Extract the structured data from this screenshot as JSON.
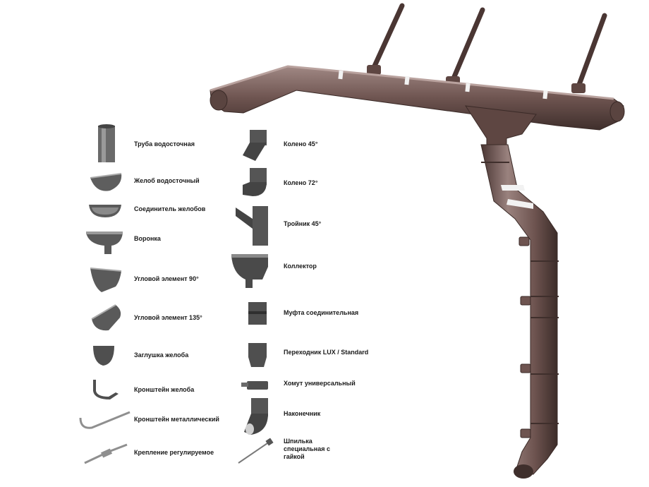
{
  "parts_left": [
    {
      "label": "Труба водосточная",
      "icon": "pipe-icon"
    },
    {
      "label": "Желоб водосточный",
      "icon": "gutter-icon"
    },
    {
      "label": "Соединитель желобов",
      "icon": "gutter-connector-icon"
    },
    {
      "label": "Воронка",
      "icon": "funnel-icon"
    },
    {
      "label": "Угловой элемент 90°",
      "icon": "corner-90-icon"
    },
    {
      "label": "Угловой элемент 135°",
      "icon": "corner-135-icon"
    },
    {
      "label": "Заглушка желоба",
      "icon": "gutter-cap-icon"
    },
    {
      "label": "Кронштейн желоба",
      "icon": "gutter-bracket-icon"
    },
    {
      "label": "Кронштейн металлический",
      "icon": "metal-bracket-icon"
    },
    {
      "label": "Крепление регулируемое",
      "icon": "adjustable-mount-icon"
    }
  ],
  "parts_right": [
    {
      "label": "Колено 45°",
      "icon": "elbow-45-icon"
    },
    {
      "label": "Колено 72°",
      "icon": "elbow-72-icon"
    },
    {
      "label": "Тройник 45°",
      "icon": "tee-45-icon"
    },
    {
      "label": "Коллектор",
      "icon": "collector-icon"
    },
    {
      "label": "Муфта соединительная",
      "icon": "coupling-icon"
    },
    {
      "label": "Переходник LUX / Standard",
      "icon": "adapter-icon"
    },
    {
      "label": "Хомут универсальный",
      "icon": "clamp-icon"
    },
    {
      "label": "Наконечник",
      "icon": "outlet-icon"
    },
    {
      "label": "Шпилька специальная с гайкой",
      "icon": "stud-icon"
    }
  ],
  "colors": {
    "product": "#6e5450",
    "product_dark": "#4a3633",
    "product_light": "#9c8480",
    "metal": "#8f8f8f"
  }
}
